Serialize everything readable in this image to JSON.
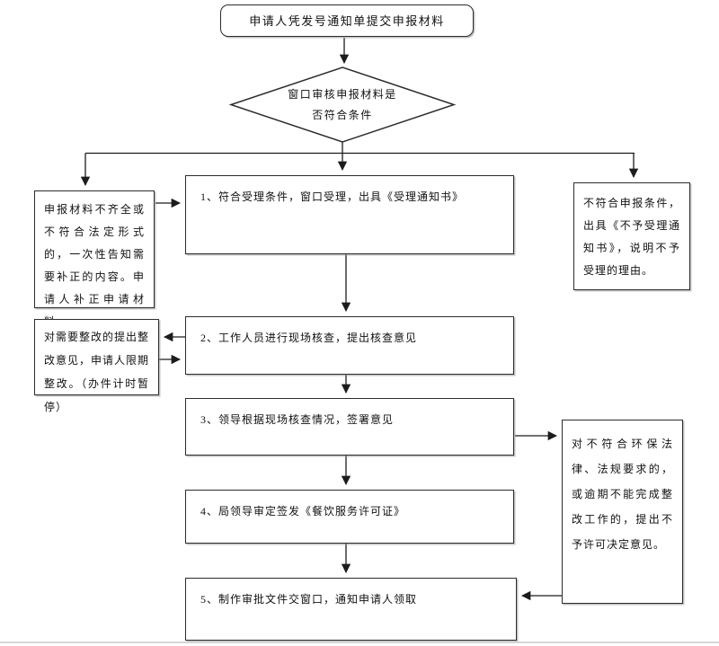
{
  "flowchart": {
    "start": {
      "label": "申请人凭发号通知单提交申报材料"
    },
    "decision": {
      "line1": "窗口审核申报材料是",
      "line2": "否符合条件"
    },
    "correction_note": {
      "text": "申报材料不齐全或不符合法定形式的，一次性告知需要补正的内容。申请人补正申请材料。"
    },
    "step_1": {
      "text": "1、符合受理条件，窗口受理，出具《受理通知书》"
    },
    "rejection_note": {
      "text": "不符合申报条件，出具《不予受理通知书》，说明不予受理的理由。"
    },
    "rectification_note": {
      "text": "对需要整改的提出整改意见，申请人限期整改。（办件计时暂停）"
    },
    "step_2": {
      "text": "2、工作人员进行现场核查，提出核查意见"
    },
    "step_3": {
      "text": "3、领导根据现场核查情况，签署意见"
    },
    "step_4": {
      "text": "4、局领导审定签发《餐饮服务许可证》"
    },
    "denial_note": {
      "text": "对不符合环保法律、法规要求的，或逾期不能完成整改工作的，提出不予许可决定意见。"
    },
    "step_5": {
      "text": "5、制作审批文件交窗口，通知申请人领取"
    }
  },
  "colors": {
    "border": "#2c2c2c",
    "line": "#1c1c1c",
    "text": "#111111",
    "divider": "#d6d6d6",
    "background": "#ffffff"
  }
}
